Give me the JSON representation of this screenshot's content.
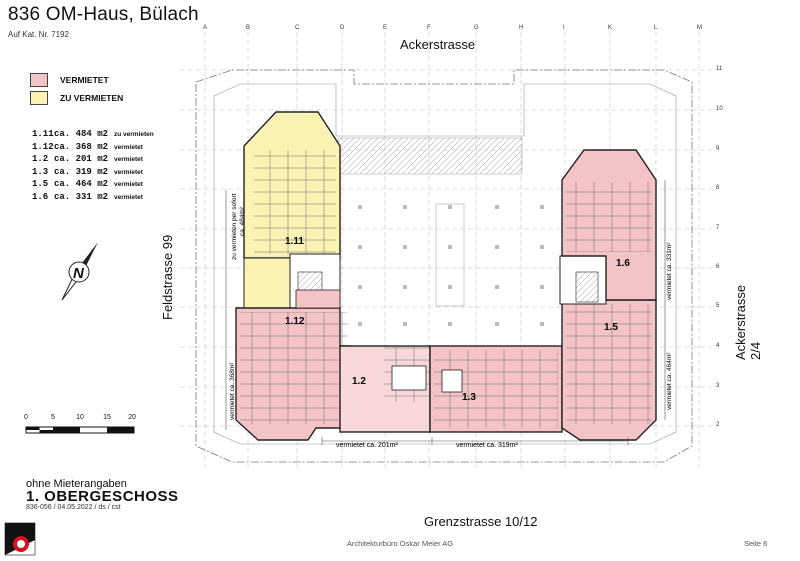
{
  "title": "836 OM-Haus, Bülach",
  "subtitle": "Auf Kat. Nr. 7192",
  "legend": [
    {
      "label": "VERMIETET",
      "color": "#f4c3c6"
    },
    {
      "label": "ZU VERMIETEN",
      "color": "#fbf3b4"
    }
  ],
  "areas": [
    {
      "unit": "1.11",
      "size": "ca. 484 m2",
      "status": "zu vermieten"
    },
    {
      "unit": "1.12",
      "size": "ca. 368 m2",
      "status": "vermietet"
    },
    {
      "unit": "1.2",
      "size": "ca. 201 m2",
      "status": "vermietet"
    },
    {
      "unit": "1.3",
      "size": "ca. 319 m2",
      "status": "vermietet"
    },
    {
      "unit": "1.5",
      "size": "ca. 464 m2",
      "status": "vermietet"
    },
    {
      "unit": "1.6",
      "size": "ca. 331 m2",
      "status": "vermietet"
    }
  ],
  "streets": {
    "north": "Ackerstrasse",
    "west": "Feldstrasse 99",
    "east": "Ackerstrasse 2/4",
    "south": "Grenzstrasse 10/12"
  },
  "plan_labels": {
    "u111": "1.11",
    "u112": "1.12",
    "u12": "1.2",
    "u13": "1.3",
    "u15": "1.5",
    "u16": "1.6",
    "note_111": "zu vermieten per sofort",
    "note_111_area": "ca. 484m²",
    "note_112": "vermietet ca. 368m²",
    "note_12": "vermietet ca. 201m²",
    "note_13": "vermietet ca. 319m²",
    "note_16": "vermietet ca. 331m²",
    "note_15": "vermietet ca. 464m²"
  },
  "scale_bar": {
    "ticks": [
      "0",
      "5",
      "10",
      "15",
      "20"
    ]
  },
  "grid_letters": [
    "A",
    "B",
    "C",
    "D",
    "E",
    "F",
    "G",
    "H",
    "I",
    "K",
    "L",
    "M"
  ],
  "grid_numbers": [
    "11",
    "10",
    "9",
    "8",
    "7",
    "6",
    "5",
    "4",
    "3",
    "2"
  ],
  "bottom_note": "ohne Mieterangaben",
  "floor_name": "1. OBERGESCHOSS",
  "drawing_ref": "836-056 / 04.05.2022 / ds / cst",
  "office_name": "Architekturbüro Oskar Meier AG",
  "page_number": "Seite 6"
}
